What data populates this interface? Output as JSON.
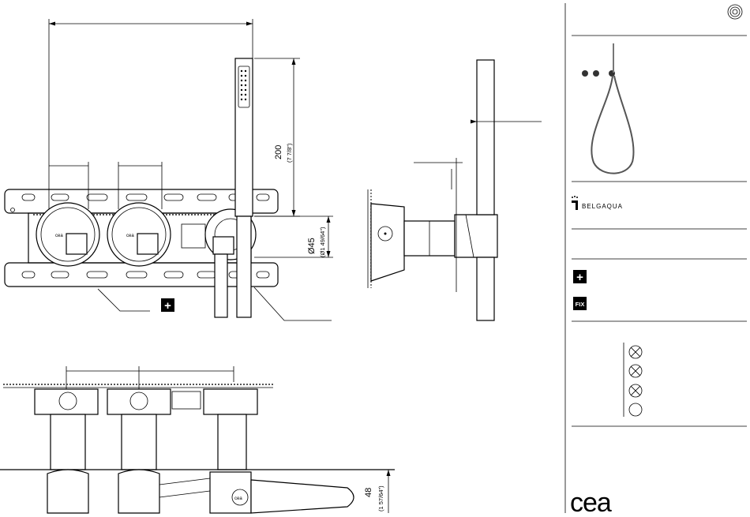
{
  "dimensions": {
    "height_mm": "200",
    "height_in": "(7 7/8\")",
    "diameter_mm": "Ø45",
    "diameter_in": "(Ø1 49/64\")",
    "depth_mm": "48",
    "depth_in": "(1 57/64\")"
  },
  "plate_labels": {
    "knob_mark": "cea"
  },
  "sidebar": {
    "brand_supplier": "BELGAQUA",
    "icon_plus": "+",
    "icon_fix": "FIX",
    "logo": "cea"
  },
  "flow_symbols": [
    "crossed",
    "crossed",
    "crossed",
    "open"
  ],
  "colors": {
    "line": "#000000",
    "background": "#ffffff",
    "hatch": "#555555"
  }
}
